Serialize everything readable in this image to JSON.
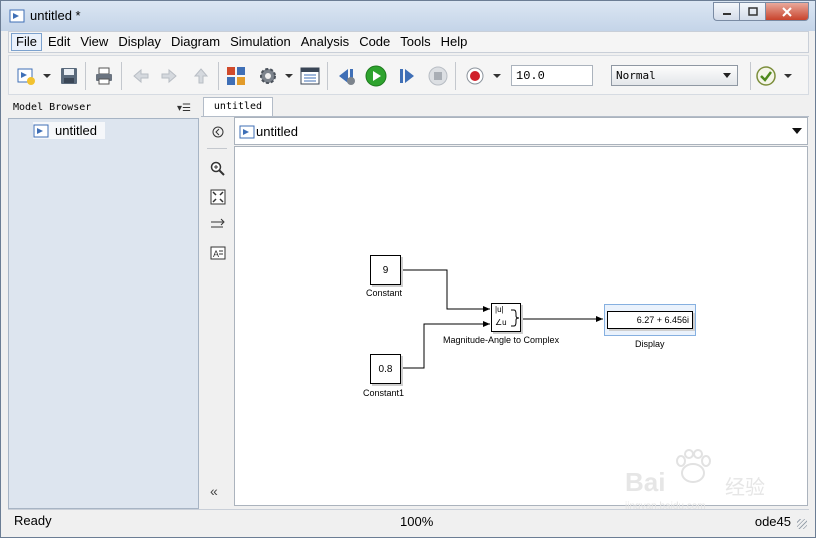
{
  "window": {
    "title": "untitled *"
  },
  "menu": {
    "items": [
      {
        "label": "File"
      },
      {
        "label": "Edit"
      },
      {
        "label": "View"
      },
      {
        "label": "Display"
      },
      {
        "label": "Diagram"
      },
      {
        "label": "Simulation"
      },
      {
        "label": "Analysis"
      },
      {
        "label": "Code"
      },
      {
        "label": "Tools"
      },
      {
        "label": "Help"
      }
    ]
  },
  "toolbar": {
    "stop_time": "10.0",
    "sim_mode": "Normal",
    "icons": [
      "new-model-icon",
      "save-icon",
      "print-icon",
      "back-icon",
      "forward-icon",
      "up-icon",
      "library-browser-icon",
      "model-settings-icon",
      "model-explorer-icon",
      "step-back-icon",
      "run-icon",
      "step-forward-icon",
      "stop-icon",
      "record-icon",
      "check-icon"
    ]
  },
  "model_browser": {
    "header": "Model Browser",
    "tree_item": "untitled"
  },
  "tab": {
    "label": "untitled"
  },
  "address_bar": {
    "path": "untitled"
  },
  "diagram": {
    "blocks": {
      "constant": {
        "value": "9",
        "label": "Constant"
      },
      "constant1": {
        "value": "0.8",
        "label": "Constant1"
      },
      "mag_angle": {
        "label": "Magnitude-Angle to Complex",
        "port_u": "|u|",
        "port_angle": "∠u"
      },
      "display": {
        "value": "6.27 + 6.456i",
        "label": "Display"
      }
    }
  },
  "status": {
    "left": "Ready",
    "zoom": "100%",
    "solver": "ode45"
  },
  "watermark": {
    "brand": "Bai",
    "brand2": "经验",
    "url": "jingyan.baidu.com"
  },
  "colors": {
    "run_green": "#2ea32e",
    "record_red": "#d0202a",
    "accent_blue": "#3f6fb6"
  }
}
